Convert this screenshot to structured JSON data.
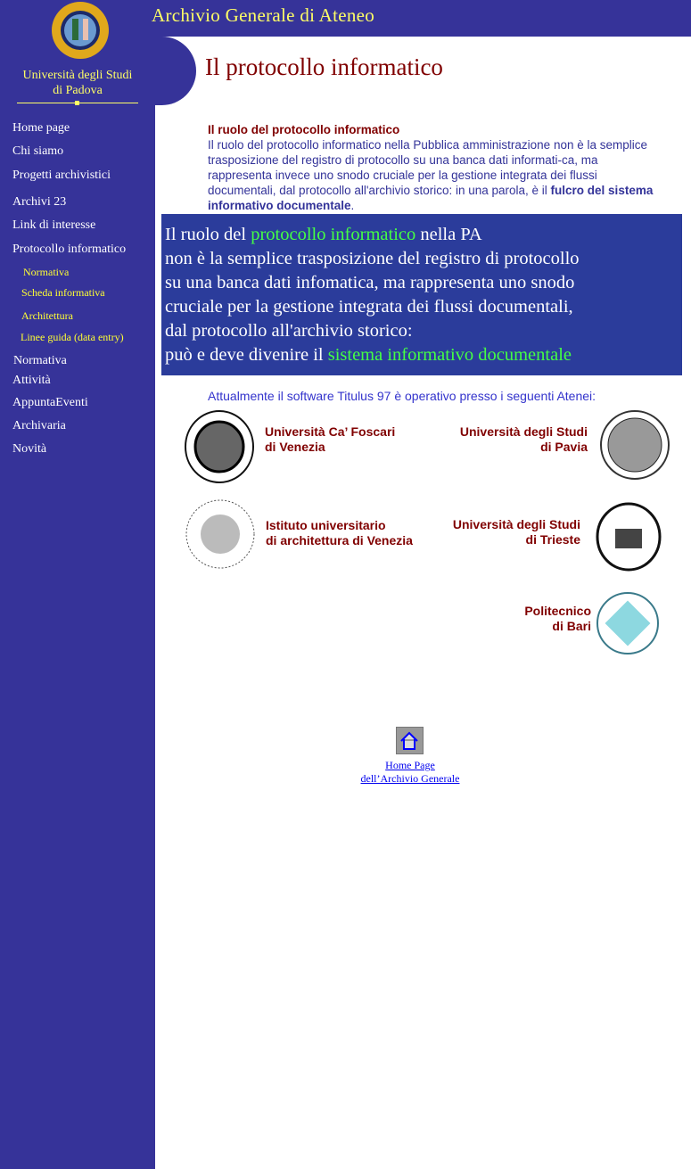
{
  "header": {
    "site_title": "Archivio Generale di Ateneo",
    "university_line1": "Università degli Studi",
    "university_line2": "di Padova",
    "page_title": "Il protocollo informatico"
  },
  "sidebar": {
    "items": [
      {
        "label": "Home page"
      },
      {
        "label": "Chi siamo"
      },
      {
        "label": "Progetti archivistici"
      },
      {
        "label": "Archivi 23"
      },
      {
        "label": "Link di interesse"
      },
      {
        "label": "Protocollo informatico"
      }
    ],
    "subitems": [
      {
        "label": "Normativa"
      },
      {
        "label": "Scheda informativa"
      },
      {
        "label": "Architettura"
      },
      {
        "label": "Linee guida (data entry)"
      }
    ],
    "items2": [
      {
        "label": "Normativa"
      },
      {
        "label": "Attività"
      },
      {
        "label": "AppuntaEventi"
      },
      {
        "label": "Archivaria"
      },
      {
        "label": "Novità"
      }
    ]
  },
  "intro": {
    "heading": "Il ruolo del protocollo informatico",
    "body": "Il ruolo del protocollo informatico nella Pubblica amministrazione non è la semplice trasposizione del registro di protocollo su una banca dati informati-ca, ma rappresenta invece uno snodo cruciale per la gestione integrata dei flussi documentali, dal protocollo all'archivio storico: in una parola, è il ",
    "bold": "fulcro del sistema informativo documentale",
    "end": "."
  },
  "box": {
    "l1a": "Il ruolo del ",
    "l1b": "protocollo informatico",
    "l1c": " nella PA",
    "l2": "non è la semplice trasposizione del registro di protocollo",
    "l3": "su una banca dati infomatica, ma rappresenta uno snodo",
    "l4": "cruciale per la gestione integrata dei flussi documentali,",
    "l5": "dal protocollo all'archivio storico:",
    "l6a": "può e deve divenire il ",
    "l6b": "sistema informativo documentale"
  },
  "atenei": {
    "intro": "Attualmente il software Titulus 97 è operativo presso i seguenti Atenei:",
    "list": [
      {
        "l1": "Università Ca’ Foscari",
        "l2": "di Venezia"
      },
      {
        "l1": "Università degli Studi",
        "l2": "di Pavia"
      },
      {
        "l1": "Istituto universitario",
        "l2": "di architettura di Venezia"
      },
      {
        "l1": "Università degli Studi",
        "l2": "di Trieste"
      },
      {
        "l1": "Politecnico",
        "l2": "di Bari"
      }
    ]
  },
  "footer": {
    "home_l1": "Home Page",
    "home_l2": "dell’Archivio Generale"
  },
  "colors": {
    "nav_bg": "#363399",
    "accent_yellow": "#ffff66",
    "title_red": "#800000",
    "box_bg": "#2b3c9b",
    "highlight_green": "#44ff44"
  }
}
